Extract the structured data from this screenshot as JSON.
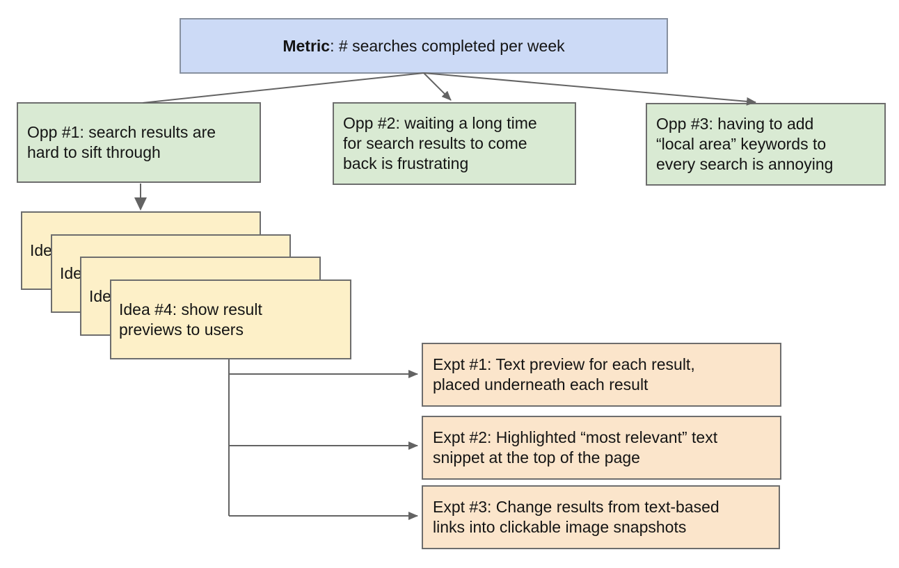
{
  "diagram": {
    "title_node": {
      "bold_label": "Metric",
      "rest_label": ": # searches completed per week"
    },
    "opportunities": [
      {
        "id": "opp-1",
        "lines": [
          "Opp #1: search results are",
          "hard to sift through"
        ]
      },
      {
        "id": "opp-2",
        "lines": [
          "Opp #2: waiting a long time",
          "for search results to come",
          "back is frustrating"
        ]
      },
      {
        "id": "opp-3",
        "lines": [
          "Opp #3: having to add",
          "“local area” keywords to",
          "every search is annoying"
        ]
      }
    ],
    "ideas": [
      {
        "id": "idea-1",
        "visible_text": "Ide"
      },
      {
        "id": "idea-2",
        "visible_text": "Ide"
      },
      {
        "id": "idea-3",
        "visible_text": "Ide"
      },
      {
        "id": "idea-4",
        "lines": [
          "Idea #4: show result",
          "previews to users"
        ]
      }
    ],
    "experiments": [
      {
        "id": "expt-1",
        "lines": [
          "Expt #1: Text preview for each result,",
          "placed underneath each result"
        ]
      },
      {
        "id": "expt-2",
        "lines": [
          "Expt #2: Highlighted “most relevant” text",
          "snippet at the top of the page"
        ]
      },
      {
        "id": "expt-3",
        "lines": [
          "Expt #3: Change results from text-based",
          "links into clickable image snapshots"
        ]
      }
    ]
  },
  "colors": {
    "canvas-bg": "#ffffff",
    "metric-fill": "#ccdaf6",
    "metric-border": "#87909f",
    "opp-fill": "#d9ead3",
    "idea-fill": "#fdf0c8",
    "expt-fill": "#fbe5cb",
    "node-border": "#6d6d6d",
    "line": "#636363",
    "text": "#141414"
  }
}
